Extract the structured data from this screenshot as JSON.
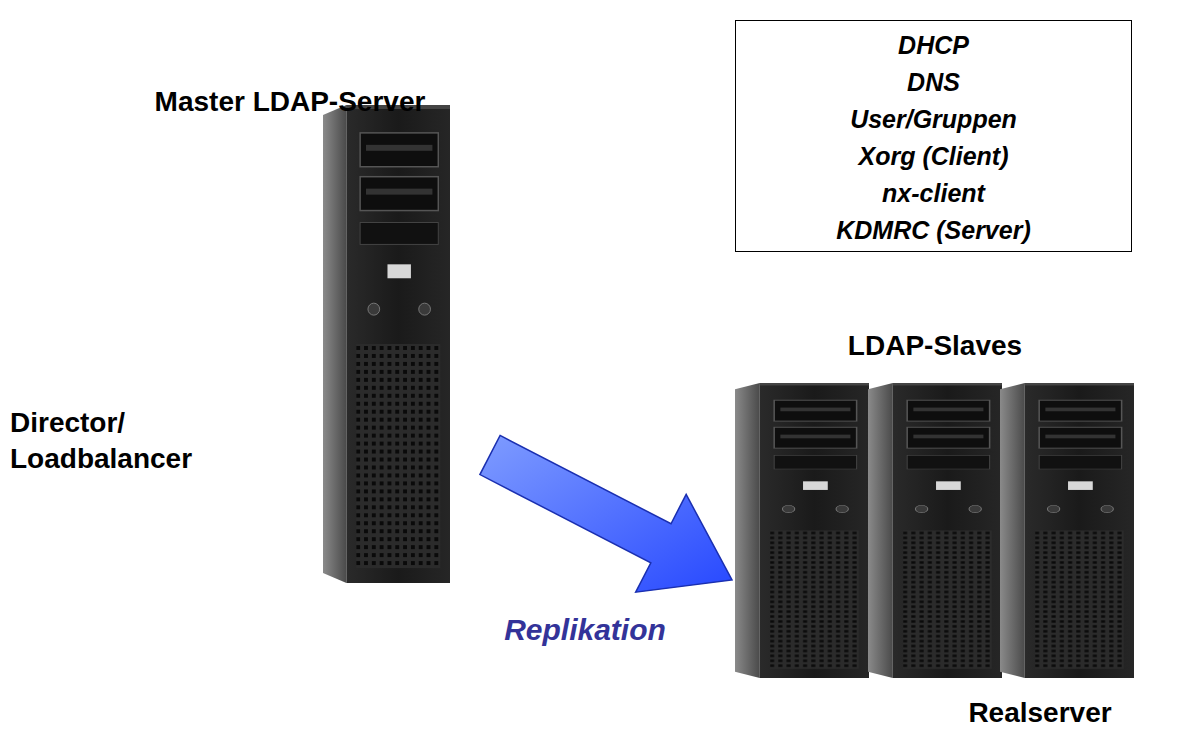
{
  "diagram": {
    "nodes": [
      {
        "text": [
          "DHCP",
          "DNS",
          "User/Gruppen",
          "Xorg (Client)",
          "nx-client",
          "KDMRC (Server)"
        ]
      },
      {
        "text": [
          "Master LDAP-Server",
          "Director/ Loadbalancer"
        ]
      },
      {
        "text": [
          "LDAP-Slaves",
          "Realserver"
        ]
      }
    ],
    "edges": [
      {
        "from": 1,
        "to": 2,
        "label": "Replikation",
        "arrow": "to"
      }
    ]
  }
}
